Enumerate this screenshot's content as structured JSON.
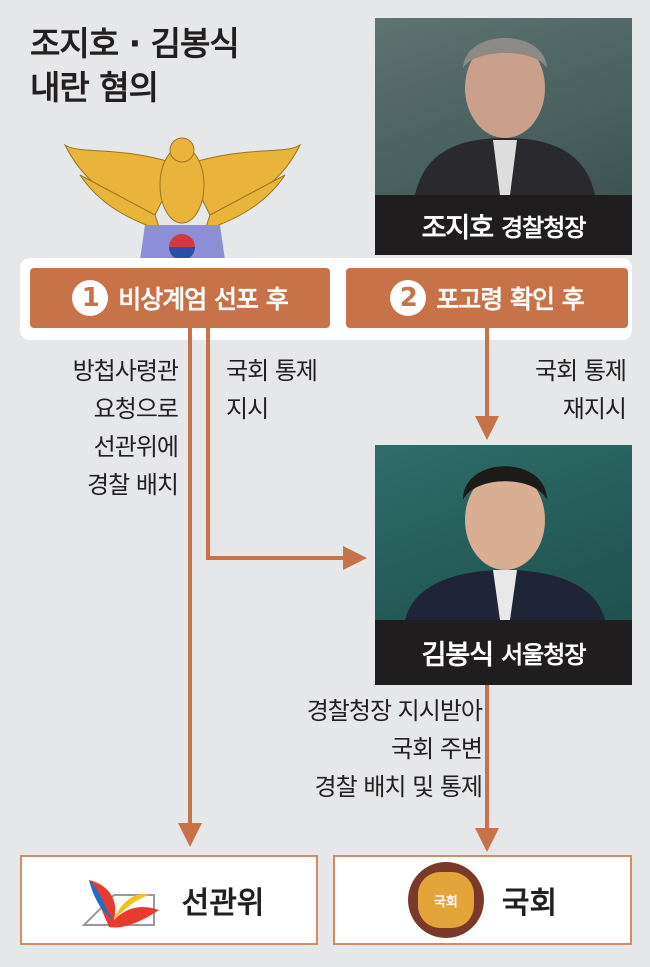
{
  "title": {
    "line1": "조지호 · 김봉식",
    "line2": "내란 혐의"
  },
  "people": [
    {
      "name": "조지호",
      "role": "경찰청장"
    },
    {
      "name": "김봉식",
      "role": "서울청장"
    }
  ],
  "steps": [
    {
      "num": "1",
      "label": "비상계엄 선포 후"
    },
    {
      "num": "2",
      "label": "포고령 확인 후"
    }
  ],
  "notes": {
    "left": [
      "방첩사령관",
      "요청으로",
      "선관위에",
      "경찰 배치"
    ],
    "middle": [
      "국회 통제",
      "지시"
    ],
    "right": [
      "국회 통제",
      "재지시"
    ],
    "bottom": [
      "경찰청장 지시받아",
      "국회 주변",
      "경찰 배치 및 통제"
    ]
  },
  "targets": [
    {
      "label": "선관위"
    },
    {
      "label": "국회",
      "emblem_text": "국회"
    }
  ],
  "colors": {
    "accent": "#c8724a",
    "background": "#e6e7e8"
  }
}
